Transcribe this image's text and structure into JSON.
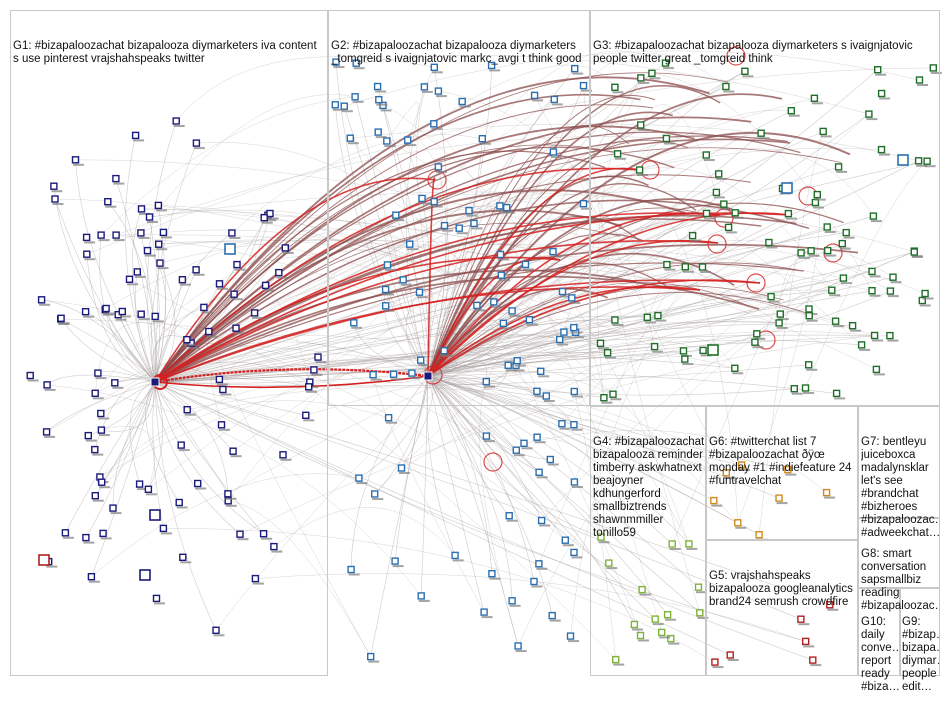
{
  "colors": {
    "background": "#ffffff",
    "panel_border": "#c8c8c8",
    "edge_gray": "#a9a0a0",
    "edge_brown": "#8b4b4b",
    "edge_red": "#d42020",
    "node_g1": "#1a1a7a",
    "node_g2": "#2a6fb0",
    "node_g3": "#1f6f2a",
    "node_g4": "#7fb23a",
    "node_g6": "#d08a20",
    "node_g5": "#b02020"
  },
  "groups": [
    {
      "id": "G1",
      "lines": [
        "G1: #bizapaloozachat bizapalooza diymarketers iva content",
        "s use pinterest vrajshahspeaks twitter"
      ]
    },
    {
      "id": "G2",
      "lines": [
        "G2: #bizapaloozachat bizapalooza diymarketers",
        "_tomgreid s ivaignjatovic markc_avgi t think good"
      ]
    },
    {
      "id": "G3",
      "lines": [
        "G3: #bizapaloozachat bizapalooza diymarketers s ivaignjatovic",
        "people twitter great _tomgreid think"
      ]
    },
    {
      "id": "G4",
      "lines": [
        "G4: #bizapaloozachat",
        "bizapalooza reminder",
        "timberry askwhatnext",
        "beajoyner",
        "kdhungerford",
        "smallbiztrends",
        "shawnmmiller",
        "tonillo59"
      ]
    },
    {
      "id": "G6",
      "lines": [
        "G6: #twitterchat list 7",
        "#bizapaloozachat ðÿœ",
        "monday #1 #indiefeature 24",
        "#funtravelchat"
      ]
    },
    {
      "id": "G7",
      "lines": [
        "G7: bentleyu",
        "juiceboxca",
        "madalynsklar",
        "let's see",
        "#brandchat",
        "#bizheroes",
        "#bizapaloozac…",
        "#adweekchat…"
      ]
    },
    {
      "id": "G5",
      "lines": [
        "G5: vrajshahspeaks",
        "bizapalooza googleanalytics",
        "brand24 semrush crowdfire"
      ]
    },
    {
      "id": "G8",
      "lines": [
        "G8: smart",
        "conversation",
        "sapsmallbiz",
        "reading",
        "#bizapaloozac…"
      ]
    },
    {
      "id": "G10",
      "lines": [
        "G10:",
        "daily",
        "conve…",
        "report",
        "ready",
        "#biza…"
      ]
    },
    {
      "id": "G9",
      "lines": [
        "G9:",
        "#bizap…",
        "bizapa…",
        "diymar…",
        "people",
        "edit…"
      ]
    }
  ]
}
